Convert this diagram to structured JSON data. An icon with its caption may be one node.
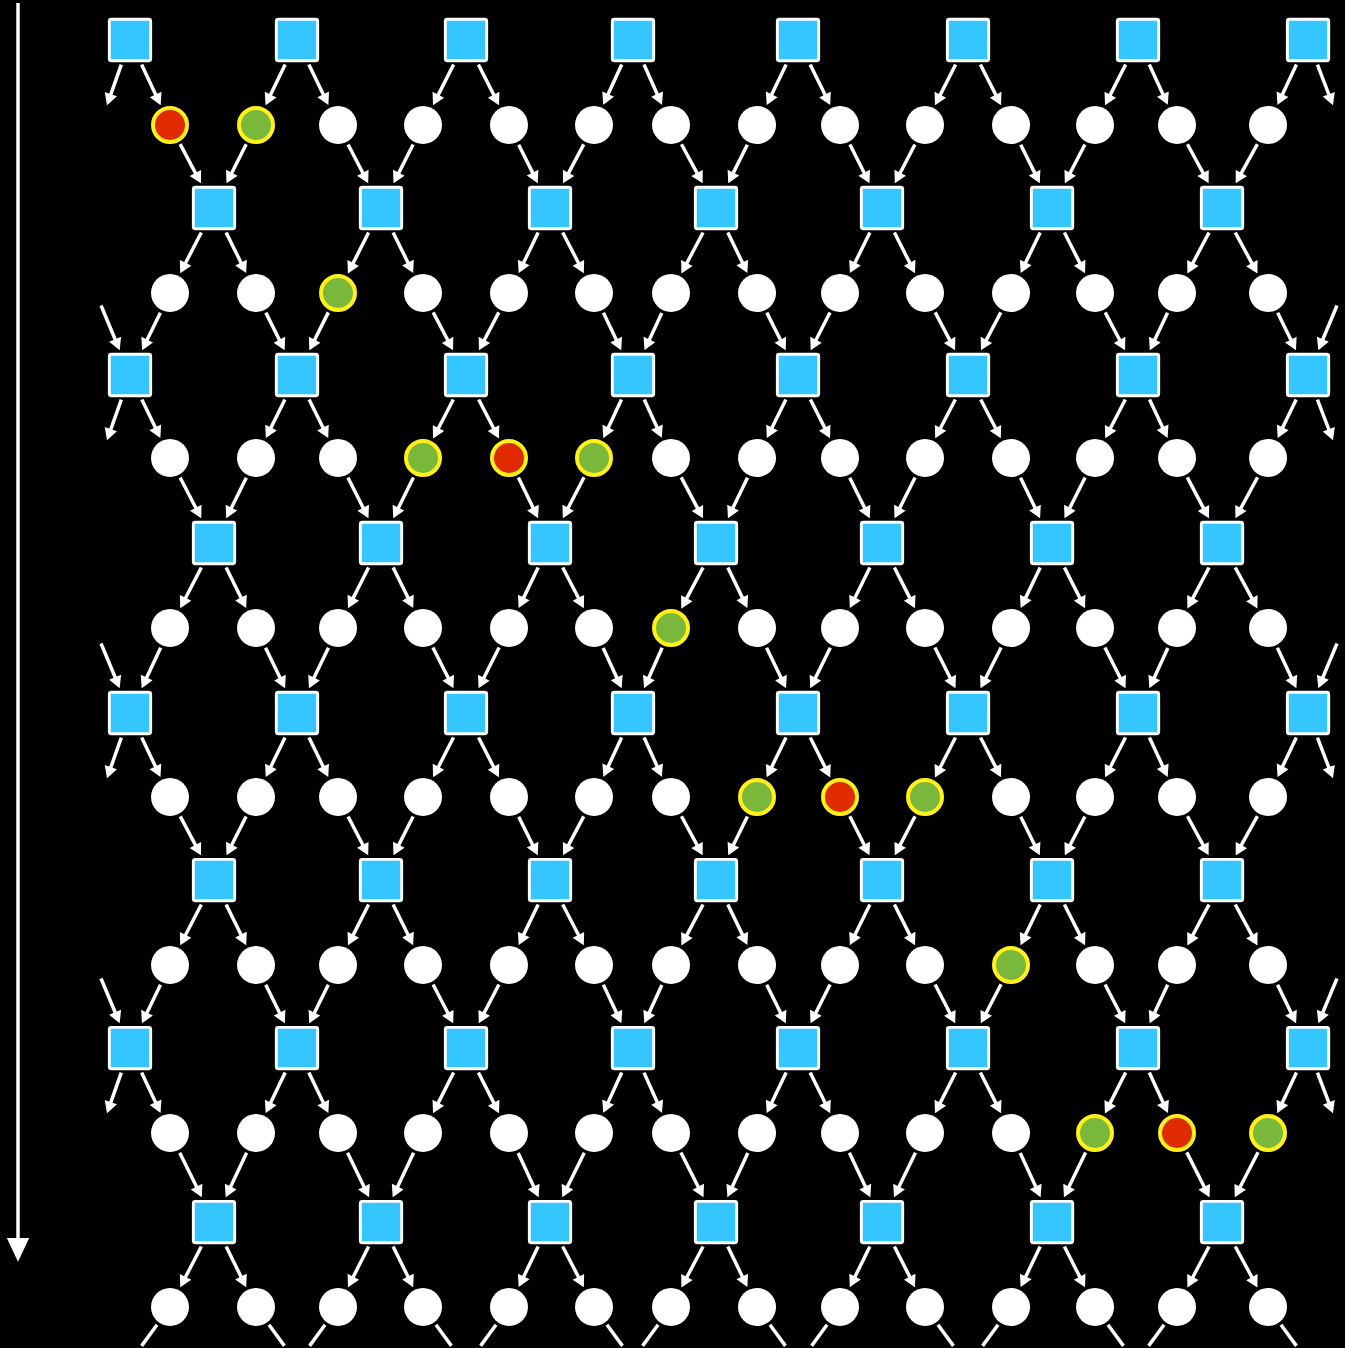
{
  "diagram": {
    "nodes": [
      {
        "text": [],
        "shape": "box"
      },
      {
        "text": [],
        "shape": "box"
      },
      {
        "text": [],
        "shape": "box"
      },
      {
        "text": [],
        "shape": "box"
      },
      {
        "text": [],
        "shape": "box"
      },
      {
        "text": [],
        "shape": "box"
      },
      {
        "text": [],
        "shape": "box"
      },
      {
        "text": [],
        "shape": "box"
      },
      {
        "text": [],
        "shape": "circle"
      },
      {
        "text": [],
        "shape": "circle"
      },
      {
        "text": [],
        "shape": "circle"
      },
      {
        "text": [],
        "shape": "circle"
      },
      {
        "text": [],
        "shape": "circle"
      },
      {
        "text": [],
        "shape": "circle"
      },
      {
        "text": [],
        "shape": "circle"
      },
      {
        "text": [],
        "shape": "circle"
      },
      {
        "text": [],
        "shape": "circle"
      },
      {
        "text": [],
        "shape": "circle"
      },
      {
        "text": [],
        "shape": "circle"
      },
      {
        "text": [],
        "shape": "circle"
      },
      {
        "text": [],
        "shape": "circle"
      },
      {
        "text": [],
        "shape": "circle"
      },
      {
        "text": [],
        "shape": "box"
      },
      {
        "text": [],
        "shape": "box"
      },
      {
        "text": [],
        "shape": "box"
      },
      {
        "text": [],
        "shape": "box"
      },
      {
        "text": [],
        "shape": "box"
      },
      {
        "text": [],
        "shape": "box"
      },
      {
        "text": [],
        "shape": "box"
      },
      {
        "text": [],
        "shape": "circle"
      },
      {
        "text": [],
        "shape": "circle"
      },
      {
        "text": [],
        "shape": "circle"
      },
      {
        "text": [],
        "shape": "circle"
      },
      {
        "text": [],
        "shape": "circle"
      },
      {
        "text": [],
        "shape": "circle"
      },
      {
        "text": [],
        "shape": "circle"
      },
      {
        "text": [],
        "shape": "circle"
      },
      {
        "text": [],
        "shape": "circle"
      },
      {
        "text": [],
        "shape": "circle"
      },
      {
        "text": [],
        "shape": "circle"
      },
      {
        "text": [],
        "shape": "circle"
      },
      {
        "text": [],
        "shape": "circle"
      },
      {
        "text": [],
        "shape": "circle"
      },
      {
        "text": [],
        "shape": "box"
      },
      {
        "text": [],
        "shape": "box"
      },
      {
        "text": [],
        "shape": "box"
      },
      {
        "text": [],
        "shape": "box"
      },
      {
        "text": [],
        "shape": "box"
      },
      {
        "text": [],
        "shape": "box"
      },
      {
        "text": [],
        "shape": "box"
      },
      {
        "text": [],
        "shape": "box"
      },
      {
        "text": [],
        "shape": "circle"
      },
      {
        "text": [],
        "shape": "circle"
      },
      {
        "text": [],
        "shape": "circle"
      },
      {
        "text": [],
        "shape": "circle"
      },
      {
        "text": [],
        "shape": "circle"
      },
      {
        "text": [],
        "shape": "circle"
      },
      {
        "text": [],
        "shape": "circle"
      },
      {
        "text": [],
        "shape": "circle"
      },
      {
        "text": [],
        "shape": "circle"
      },
      {
        "text": [],
        "shape": "circle"
      },
      {
        "text": [],
        "shape": "circle"
      },
      {
        "text": [],
        "shape": "circle"
      },
      {
        "text": [],
        "shape": "circle"
      },
      {
        "text": [],
        "shape": "circle"
      },
      {
        "text": [],
        "shape": "box"
      },
      {
        "text": [],
        "shape": "box"
      },
      {
        "text": [],
        "shape": "box"
      },
      {
        "text": [],
        "shape": "box"
      },
      {
        "text": [],
        "shape": "box"
      },
      {
        "text": [],
        "shape": "box"
      },
      {
        "text": [],
        "shape": "box"
      },
      {
        "text": [],
        "shape": "circle"
      },
      {
        "text": [],
        "shape": "circle"
      },
      {
        "text": [],
        "shape": "circle"
      },
      {
        "text": [],
        "shape": "circle"
      },
      {
        "text": [],
        "shape": "circle"
      },
      {
        "text": [],
        "shape": "circle"
      },
      {
        "text": [],
        "shape": "circle"
      },
      {
        "text": [],
        "shape": "circle"
      },
      {
        "text": [],
        "shape": "circle"
      },
      {
        "text": [],
        "shape": "circle"
      },
      {
        "text": [],
        "shape": "circle"
      },
      {
        "text": [],
        "shape": "circle"
      },
      {
        "text": [],
        "shape": "circle"
      },
      {
        "text": [],
        "shape": "circle"
      },
      {
        "text": [],
        "shape": "box"
      },
      {
        "text": [],
        "shape": "box"
      },
      {
        "text": [],
        "shape": "box"
      },
      {
        "text": [],
        "shape": "box"
      },
      {
        "text": [],
        "shape": "box"
      },
      {
        "text": [],
        "shape": "box"
      },
      {
        "text": [],
        "shape": "box"
      },
      {
        "text": [],
        "shape": "box"
      },
      {
        "text": [],
        "shape": "circle"
      },
      {
        "text": [],
        "shape": "circle"
      },
      {
        "text": [],
        "shape": "circle"
      },
      {
        "text": [],
        "shape": "circle"
      },
      {
        "text": [],
        "shape": "circle"
      },
      {
        "text": [],
        "shape": "circle"
      },
      {
        "text": [],
        "shape": "circle"
      },
      {
        "text": [],
        "shape": "circle"
      },
      {
        "text": [],
        "shape": "circle"
      },
      {
        "text": [],
        "shape": "circle"
      },
      {
        "text": [],
        "shape": "circle"
      },
      {
        "text": [],
        "shape": "circle"
      },
      {
        "text": [],
        "shape": "circle"
      },
      {
        "text": [],
        "shape": "circle"
      },
      {
        "text": [],
        "shape": "box"
      },
      {
        "text": [],
        "shape": "box"
      },
      {
        "text": [],
        "shape": "box"
      },
      {
        "text": [],
        "shape": "box"
      },
      {
        "text": [],
        "shape": "box"
      },
      {
        "text": [],
        "shape": "box"
      },
      {
        "text": [],
        "shape": "box"
      },
      {
        "text": [],
        "shape": "circle"
      },
      {
        "text": [],
        "shape": "circle"
      },
      {
        "text": [],
        "shape": "circle"
      },
      {
        "text": [],
        "shape": "circle"
      },
      {
        "text": [],
        "shape": "circle"
      },
      {
        "text": [],
        "shape": "circle"
      },
      {
        "text": [],
        "shape": "circle"
      },
      {
        "text": [],
        "shape": "circle"
      },
      {
        "text": [],
        "shape": "circle"
      },
      {
        "text": [],
        "shape": "circle"
      },
      {
        "text": [],
        "shape": "circle"
      },
      {
        "text": [],
        "shape": "circle"
      },
      {
        "text": [],
        "shape": "circle"
      },
      {
        "text": [],
        "shape": "circle"
      },
      {
        "text": [],
        "shape": "box"
      },
      {
        "text": [],
        "shape": "box"
      },
      {
        "text": [],
        "shape": "box"
      },
      {
        "text": [],
        "shape": "box"
      },
      {
        "text": [],
        "shape": "box"
      },
      {
        "text": [],
        "shape": "box"
      },
      {
        "text": [],
        "shape": "box"
      },
      {
        "text": [],
        "shape": "box"
      },
      {
        "text": [],
        "shape": "circle"
      },
      {
        "text": [],
        "shape": "circle"
      },
      {
        "text": [],
        "shape": "circle"
      },
      {
        "text": [],
        "shape": "circle"
      },
      {
        "text": [],
        "shape": "circle"
      },
      {
        "text": [],
        "shape": "circle"
      },
      {
        "text": [],
        "shape": "circle"
      },
      {
        "text": [],
        "shape": "circle"
      },
      {
        "text": [],
        "shape": "circle"
      },
      {
        "text": [],
        "shape": "circle"
      },
      {
        "text": [],
        "shape": "circle"
      },
      {
        "text": [],
        "shape": "circle"
      },
      {
        "text": [],
        "shape": "circle"
      },
      {
        "text": [],
        "shape": "circle"
      },
      {
        "text": [],
        "shape": "box"
      },
      {
        "text": [],
        "shape": "box"
      },
      {
        "text": [],
        "shape": "box"
      },
      {
        "text": [],
        "shape": "box"
      },
      {
        "text": [],
        "shape": "box"
      },
      {
        "text": [],
        "shape": "box"
      },
      {
        "text": [],
        "shape": "box"
      },
      {
        "text": [],
        "shape": "circle"
      },
      {
        "text": [],
        "shape": "circle"
      },
      {
        "text": [],
        "shape": "circle"
      },
      {
        "text": [],
        "shape": "circle"
      },
      {
        "text": [],
        "shape": "circle"
      },
      {
        "text": [],
        "shape": "circle"
      },
      {
        "text": [],
        "shape": "circle"
      },
      {
        "text": [],
        "shape": "circle"
      },
      {
        "text": [],
        "shape": "circle"
      },
      {
        "text": [],
        "shape": "circle"
      },
      {
        "text": [],
        "shape": "circle"
      },
      {
        "text": [],
        "shape": "circle"
      },
      {
        "text": [],
        "shape": "circle"
      },
      {
        "text": [],
        "shape": "circle"
      }
    ],
    "edges": [
      {
        "from": 0,
        "to": null,
        "arrow": "to"
      },
      {
        "from": 0,
        "to": 8,
        "arrow": "to"
      },
      {
        "from": 1,
        "to": 9,
        "arrow": "to"
      },
      {
        "from": 1,
        "to": 10,
        "arrow": "to"
      },
      {
        "from": 2,
        "to": 11,
        "arrow": "to"
      },
      {
        "from": 2,
        "to": 12,
        "arrow": "to"
      },
      {
        "from": 3,
        "to": 13,
        "arrow": "to"
      },
      {
        "from": 3,
        "to": 14,
        "arrow": "to"
      },
      {
        "from": 4,
        "to": 15,
        "arrow": "to"
      },
      {
        "from": 4,
        "to": 16,
        "arrow": "to"
      },
      {
        "from": 5,
        "to": 17,
        "arrow": "to"
      },
      {
        "from": 5,
        "to": 18,
        "arrow": "to"
      },
      {
        "from": 6,
        "to": 19,
        "arrow": "to"
      },
      {
        "from": 6,
        "to": 20,
        "arrow": "to"
      },
      {
        "from": 7,
        "to": 21,
        "arrow": "to"
      },
      {
        "from": 7,
        "to": null,
        "arrow": "to"
      },
      {
        "from": 8,
        "to": 22,
        "arrow": "to"
      },
      {
        "from": 9,
        "to": 22,
        "arrow": "to"
      },
      {
        "from": 10,
        "to": 23,
        "arrow": "to"
      },
      {
        "from": 11,
        "to": 23,
        "arrow": "to"
      },
      {
        "from": 12,
        "to": 24,
        "arrow": "to"
      },
      {
        "from": 13,
        "to": 24,
        "arrow": "to"
      },
      {
        "from": 14,
        "to": 25,
        "arrow": "to"
      },
      {
        "from": 15,
        "to": 25,
        "arrow": "to"
      },
      {
        "from": 16,
        "to": 26,
        "arrow": "to"
      },
      {
        "from": 17,
        "to": 26,
        "arrow": "to"
      },
      {
        "from": 18,
        "to": 27,
        "arrow": "to"
      },
      {
        "from": 19,
        "to": 27,
        "arrow": "to"
      },
      {
        "from": 20,
        "to": 28,
        "arrow": "to"
      },
      {
        "from": 21,
        "to": 28,
        "arrow": "to"
      },
      {
        "from": 22,
        "to": 29,
        "arrow": "to"
      },
      {
        "from": 22,
        "to": 30,
        "arrow": "to"
      },
      {
        "from": 23,
        "to": 31,
        "arrow": "to"
      },
      {
        "from": 23,
        "to": 32,
        "arrow": "to"
      },
      {
        "from": 24,
        "to": 33,
        "arrow": "to"
      },
      {
        "from": 24,
        "to": 34,
        "arrow": "to"
      },
      {
        "from": 25,
        "to": 35,
        "arrow": "to"
      },
      {
        "from": 25,
        "to": 36,
        "arrow": "to"
      },
      {
        "from": 26,
        "to": 37,
        "arrow": "to"
      },
      {
        "from": 26,
        "to": 38,
        "arrow": "to"
      },
      {
        "from": 27,
        "to": 39,
        "arrow": "to"
      },
      {
        "from": 27,
        "to": 40,
        "arrow": "to"
      },
      {
        "from": 28,
        "to": 41,
        "arrow": "to"
      },
      {
        "from": 28,
        "to": 42,
        "arrow": "to"
      },
      {
        "from": null,
        "to": 43,
        "arrow": "to"
      },
      {
        "from": 29,
        "to": 43,
        "arrow": "to"
      },
      {
        "from": 30,
        "to": 44,
        "arrow": "to"
      },
      {
        "from": 31,
        "to": 44,
        "arrow": "to"
      },
      {
        "from": 32,
        "to": 45,
        "arrow": "to"
      },
      {
        "from": 33,
        "to": 45,
        "arrow": "to"
      },
      {
        "from": 34,
        "to": 46,
        "arrow": "to"
      },
      {
        "from": 35,
        "to": 46,
        "arrow": "to"
      },
      {
        "from": 36,
        "to": 47,
        "arrow": "to"
      },
      {
        "from": 37,
        "to": 47,
        "arrow": "to"
      },
      {
        "from": 38,
        "to": 48,
        "arrow": "to"
      },
      {
        "from": 39,
        "to": 48,
        "arrow": "to"
      },
      {
        "from": 40,
        "to": 49,
        "arrow": "to"
      },
      {
        "from": 41,
        "to": 49,
        "arrow": "to"
      },
      {
        "from": 42,
        "to": 50,
        "arrow": "to"
      },
      {
        "from": null,
        "to": 50,
        "arrow": "to"
      },
      {
        "from": 43,
        "to": null,
        "arrow": "to"
      },
      {
        "from": 43,
        "to": 51,
        "arrow": "to"
      },
      {
        "from": 44,
        "to": 52,
        "arrow": "to"
      },
      {
        "from": 44,
        "to": 53,
        "arrow": "to"
      },
      {
        "from": 45,
        "to": 54,
        "arrow": "to"
      },
      {
        "from": 45,
        "to": 55,
        "arrow": "to"
      },
      {
        "from": 46,
        "to": 56,
        "arrow": "to"
      },
      {
        "from": 46,
        "to": 57,
        "arrow": "to"
      },
      {
        "from": 47,
        "to": 58,
        "arrow": "to"
      },
      {
        "from": 47,
        "to": 59,
        "arrow": "to"
      },
      {
        "from": 48,
        "to": 60,
        "arrow": "to"
      },
      {
        "from": 48,
        "to": 61,
        "arrow": "to"
      },
      {
        "from": 49,
        "to": 62,
        "arrow": "to"
      },
      {
        "from": 49,
        "to": 63,
        "arrow": "to"
      },
      {
        "from": 50,
        "to": 64,
        "arrow": "to"
      },
      {
        "from": 50,
        "to": null,
        "arrow": "to"
      },
      {
        "from": 51,
        "to": 65,
        "arrow": "to"
      },
      {
        "from": 52,
        "to": 65,
        "arrow": "to"
      },
      {
        "from": 53,
        "to": 66,
        "arrow": "to"
      },
      {
        "from": 54,
        "to": 66,
        "arrow": "to"
      },
      {
        "from": 55,
        "to": 67,
        "arrow": "to"
      },
      {
        "from": 56,
        "to": 67,
        "arrow": "to"
      },
      {
        "from": 57,
        "to": 68,
        "arrow": "to"
      },
      {
        "from": 58,
        "to": 68,
        "arrow": "to"
      },
      {
        "from": 59,
        "to": 69,
        "arrow": "to"
      },
      {
        "from": 60,
        "to": 69,
        "arrow": "to"
      },
      {
        "from": 61,
        "to": 70,
        "arrow": "to"
      },
      {
        "from": 62,
        "to": 70,
        "arrow": "to"
      },
      {
        "from": 63,
        "to": 71,
        "arrow": "to"
      },
      {
        "from": 64,
        "to": 71,
        "arrow": "to"
      },
      {
        "from": 65,
        "to": 72,
        "arrow": "to"
      },
      {
        "from": 65,
        "to": 73,
        "arrow": "to"
      },
      {
        "from": 66,
        "to": 74,
        "arrow": "to"
      },
      {
        "from": 66,
        "to": 75,
        "arrow": "to"
      },
      {
        "from": 67,
        "to": 76,
        "arrow": "to"
      },
      {
        "from": 67,
        "to": 77,
        "arrow": "to"
      },
      {
        "from": 68,
        "to": 78,
        "arrow": "to"
      },
      {
        "from": 68,
        "to": 79,
        "arrow": "to"
      },
      {
        "from": 69,
        "to": 80,
        "arrow": "to"
      },
      {
        "from": 69,
        "to": 81,
        "arrow": "to"
      },
      {
        "from": 70,
        "to": 82,
        "arrow": "to"
      },
      {
        "from": 70,
        "to": 83,
        "arrow": "to"
      },
      {
        "from": 71,
        "to": 84,
        "arrow": "to"
      },
      {
        "from": 71,
        "to": 85,
        "arrow": "to"
      },
      {
        "from": null,
        "to": 86,
        "arrow": "to"
      },
      {
        "from": 72,
        "to": 86,
        "arrow": "to"
      },
      {
        "from": 73,
        "to": 87,
        "arrow": "to"
      },
      {
        "from": 74,
        "to": 87,
        "arrow": "to"
      },
      {
        "from": 75,
        "to": 88,
        "arrow": "to"
      },
      {
        "from": 76,
        "to": 88,
        "arrow": "to"
      },
      {
        "from": 77,
        "to": 89,
        "arrow": "to"
      },
      {
        "from": 78,
        "to": 89,
        "arrow": "to"
      },
      {
        "from": 79,
        "to": 90,
        "arrow": "to"
      },
      {
        "from": 80,
        "to": 90,
        "arrow": "to"
      },
      {
        "from": 81,
        "to": 91,
        "arrow": "to"
      },
      {
        "from": 82,
        "to": 91,
        "arrow": "to"
      },
      {
        "from": 83,
        "to": 92,
        "arrow": "to"
      },
      {
        "from": 84,
        "to": 92,
        "arrow": "to"
      },
      {
        "from": 85,
        "to": 93,
        "arrow": "to"
      },
      {
        "from": null,
        "to": 93,
        "arrow": "to"
      },
      {
        "from": 86,
        "to": null,
        "arrow": "to"
      },
      {
        "from": 86,
        "to": 94,
        "arrow": "to"
      },
      {
        "from": 87,
        "to": 95,
        "arrow": "to"
      },
      {
        "from": 87,
        "to": 96,
        "arrow": "to"
      },
      {
        "from": 88,
        "to": 97,
        "arrow": "to"
      },
      {
        "from": 88,
        "to": 98,
        "arrow": "to"
      },
      {
        "from": 89,
        "to": 99,
        "arrow": "to"
      },
      {
        "from": 89,
        "to": 100,
        "arrow": "to"
      },
      {
        "from": 90,
        "to": 101,
        "arrow": "to"
      },
      {
        "from": 90,
        "to": 102,
        "arrow": "to"
      },
      {
        "from": 91,
        "to": 103,
        "arrow": "to"
      },
      {
        "from": 91,
        "to": 104,
        "arrow": "to"
      },
      {
        "from": 92,
        "to": 105,
        "arrow": "to"
      },
      {
        "from": 92,
        "to": 106,
        "arrow": "to"
      },
      {
        "from": 93,
        "to": 107,
        "arrow": "to"
      },
      {
        "from": 93,
        "to": null,
        "arrow": "to"
      },
      {
        "from": 94,
        "to": 108,
        "arrow": "to"
      },
      {
        "from": 95,
        "to": 108,
        "arrow": "to"
      },
      {
        "from": 96,
        "to": 109,
        "arrow": "to"
      },
      {
        "from": 97,
        "to": 109,
        "arrow": "to"
      },
      {
        "from": 98,
        "to": 110,
        "arrow": "to"
      },
      {
        "from": 99,
        "to": 110,
        "arrow": "to"
      },
      {
        "from": 100,
        "to": 111,
        "arrow": "to"
      },
      {
        "from": 101,
        "to": 111,
        "arrow": "to"
      },
      {
        "from": 102,
        "to": 112,
        "arrow": "to"
      },
      {
        "from": 103,
        "to": 112,
        "arrow": "to"
      },
      {
        "from": 104,
        "to": 113,
        "arrow": "to"
      },
      {
        "from": 105,
        "to": 113,
        "arrow": "to"
      },
      {
        "from": 106,
        "to": 114,
        "arrow": "to"
      },
      {
        "from": 107,
        "to": 114,
        "arrow": "to"
      },
      {
        "from": 108,
        "to": 115,
        "arrow": "to"
      },
      {
        "from": 108,
        "to": 116,
        "arrow": "to"
      },
      {
        "from": 109,
        "to": 117,
        "arrow": "to"
      },
      {
        "from": 109,
        "to": 118,
        "arrow": "to"
      },
      {
        "from": 110,
        "to": 119,
        "arrow": "to"
      },
      {
        "from": 110,
        "to": 120,
        "arrow": "to"
      },
      {
        "from": 111,
        "to": 121,
        "arrow": "to"
      },
      {
        "from": 111,
        "to": 122,
        "arrow": "to"
      },
      {
        "from": 112,
        "to": 123,
        "arrow": "to"
      },
      {
        "from": 112,
        "to": 124,
        "arrow": "to"
      },
      {
        "from": 113,
        "to": 125,
        "arrow": "to"
      },
      {
        "from": 113,
        "to": 126,
        "arrow": "to"
      },
      {
        "from": 114,
        "to": 127,
        "arrow": "to"
      },
      {
        "from": 114,
        "to": 128,
        "arrow": "to"
      },
      {
        "from": null,
        "to": 129,
        "arrow": "to"
      },
      {
        "from": 115,
        "to": 129,
        "arrow": "to"
      },
      {
        "from": 116,
        "to": 130,
        "arrow": "to"
      },
      {
        "from": 117,
        "to": 130,
        "arrow": "to"
      },
      {
        "from": 118,
        "to": 131,
        "arrow": "to"
      },
      {
        "from": 119,
        "to": 131,
        "arrow": "to"
      },
      {
        "from": 120,
        "to": 132,
        "arrow": "to"
      },
      {
        "from": 121,
        "to": 132,
        "arrow": "to"
      },
      {
        "from": 122,
        "to": 133,
        "arrow": "to"
      },
      {
        "from": 123,
        "to": 133,
        "arrow": "to"
      },
      {
        "from": 124,
        "to": 134,
        "arrow": "to"
      },
      {
        "from": 125,
        "to": 134,
        "arrow": "to"
      },
      {
        "from": 126,
        "to": 135,
        "arrow": "to"
      },
      {
        "from": 127,
        "to": 135,
        "arrow": "to"
      },
      {
        "from": 128,
        "to": 136,
        "arrow": "to"
      },
      {
        "from": null,
        "to": 136,
        "arrow": "to"
      },
      {
        "from": 129,
        "to": null,
        "arrow": "to"
      },
      {
        "from": 129,
        "to": 137,
        "arrow": "to"
      },
      {
        "from": 130,
        "to": 138,
        "arrow": "to"
      },
      {
        "from": 130,
        "to": 139,
        "arrow": "to"
      },
      {
        "from": 131,
        "to": 140,
        "arrow": "to"
      },
      {
        "from": 131,
        "to": 141,
        "arrow": "to"
      },
      {
        "from": 132,
        "to": 142,
        "arrow": "to"
      },
      {
        "from": 132,
        "to": 143,
        "arrow": "to"
      },
      {
        "from": 133,
        "to": 144,
        "arrow": "to"
      },
      {
        "from": 133,
        "to": 145,
        "arrow": "to"
      },
      {
        "from": 134,
        "to": 146,
        "arrow": "to"
      },
      {
        "from": 134,
        "to": 147,
        "arrow": "to"
      },
      {
        "from": 135,
        "to": 148,
        "arrow": "to"
      },
      {
        "from": 135,
        "to": 149,
        "arrow": "to"
      },
      {
        "from": 136,
        "to": 150,
        "arrow": "to"
      },
      {
        "from": 136,
        "to": null,
        "arrow": "to"
      },
      {
        "from": 137,
        "to": 151,
        "arrow": "to"
      },
      {
        "from": 138,
        "to": 151,
        "arrow": "to"
      },
      {
        "from": 139,
        "to": 152,
        "arrow": "to"
      },
      {
        "from": 140,
        "to": 152,
        "arrow": "to"
      },
      {
        "from": 141,
        "to": 153,
        "arrow": "to"
      },
      {
        "from": 142,
        "to": 153,
        "arrow": "to"
      },
      {
        "from": 143,
        "to": 154,
        "arrow": "to"
      },
      {
        "from": 144,
        "to": 154,
        "arrow": "to"
      },
      {
        "from": 145,
        "to": 155,
        "arrow": "to"
      },
      {
        "from": 146,
        "to": 155,
        "arrow": "to"
      },
      {
        "from": 147,
        "to": 156,
        "arrow": "to"
      },
      {
        "from": 148,
        "to": 156,
        "arrow": "to"
      },
      {
        "from": 149,
        "to": 157,
        "arrow": "to"
      },
      {
        "from": 150,
        "to": 157,
        "arrow": "to"
      },
      {
        "from": 151,
        "to": 158,
        "arrow": "to"
      },
      {
        "from": 151,
        "to": 159,
        "arrow": "to"
      },
      {
        "from": 152,
        "to": 160,
        "arrow": "to"
      },
      {
        "from": 152,
        "to": 161,
        "arrow": "to"
      },
      {
        "from": 153,
        "to": 162,
        "arrow": "to"
      },
      {
        "from": 153,
        "to": 163,
        "arrow": "to"
      },
      {
        "from": 154,
        "to": 164,
        "arrow": "to"
      },
      {
        "from": 154,
        "to": 165,
        "arrow": "to"
      },
      {
        "from": 155,
        "to": 166,
        "arrow": "to"
      },
      {
        "from": 155,
        "to": 167,
        "arrow": "to"
      },
      {
        "from": 156,
        "to": 168,
        "arrow": "to"
      },
      {
        "from": 156,
        "to": 169,
        "arrow": "to"
      },
      {
        "from": 157,
        "to": 170,
        "arrow": "to"
      },
      {
        "from": 157,
        "to": 171,
        "arrow": "to"
      },
      {
        "from": 158,
        "to": null,
        "arrow": "none"
      },
      {
        "from": 159,
        "to": null,
        "arrow": "none"
      },
      {
        "from": 160,
        "to": null,
        "arrow": "none"
      },
      {
        "from": 161,
        "to": null,
        "arrow": "none"
      },
      {
        "from": 162,
        "to": null,
        "arrow": "none"
      },
      {
        "from": 163,
        "to": null,
        "arrow": "none"
      },
      {
        "from": 164,
        "to": null,
        "arrow": "none"
      },
      {
        "from": 165,
        "to": null,
        "arrow": "none"
      },
      {
        "from": 166,
        "to": null,
        "arrow": "none"
      },
      {
        "from": 167,
        "to": null,
        "arrow": "none"
      },
      {
        "from": 168,
        "to": null,
        "arrow": "none"
      },
      {
        "from": 169,
        "to": null,
        "arrow": "none"
      },
      {
        "from": 170,
        "to": null,
        "arrow": "none"
      },
      {
        "from": 171,
        "to": null,
        "arrow": "none"
      }
    ]
  }
}
